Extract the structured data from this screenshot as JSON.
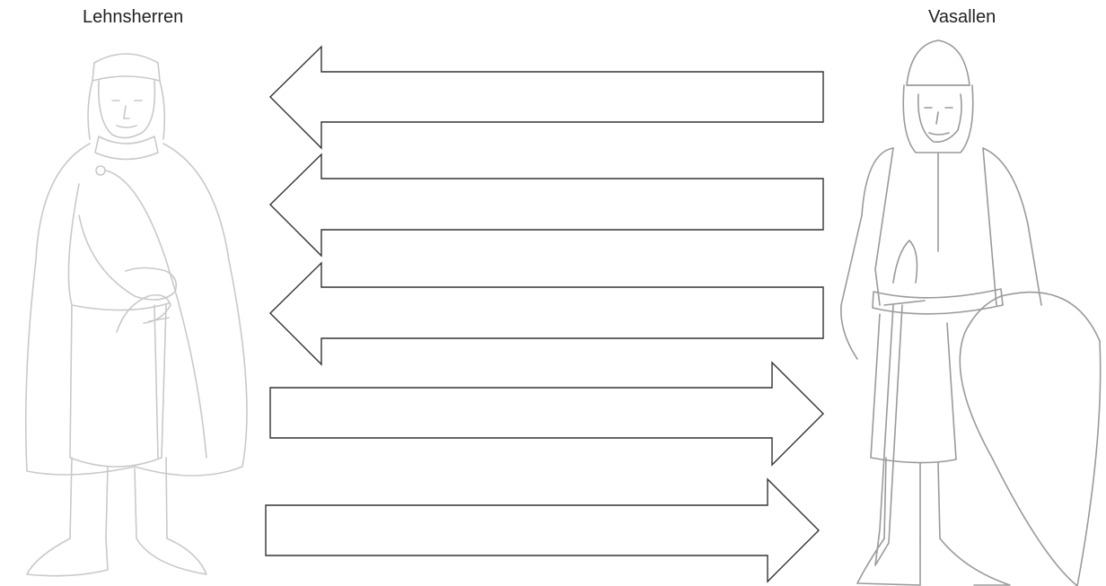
{
  "labels": {
    "left": "Lehnsherren",
    "right": "Vasallen"
  },
  "figures": {
    "left": "feudal-lord-illustration",
    "right": "vassal-knight-illustration"
  },
  "arrows": [
    {
      "direction": "left",
      "text": ""
    },
    {
      "direction": "left",
      "text": ""
    },
    {
      "direction": "left",
      "text": ""
    },
    {
      "direction": "right",
      "text": ""
    },
    {
      "direction": "right",
      "text": ""
    }
  ],
  "colors": {
    "figure_stroke": "#c9c9c9",
    "arrow_stroke": "#333333",
    "text": "#222222"
  }
}
